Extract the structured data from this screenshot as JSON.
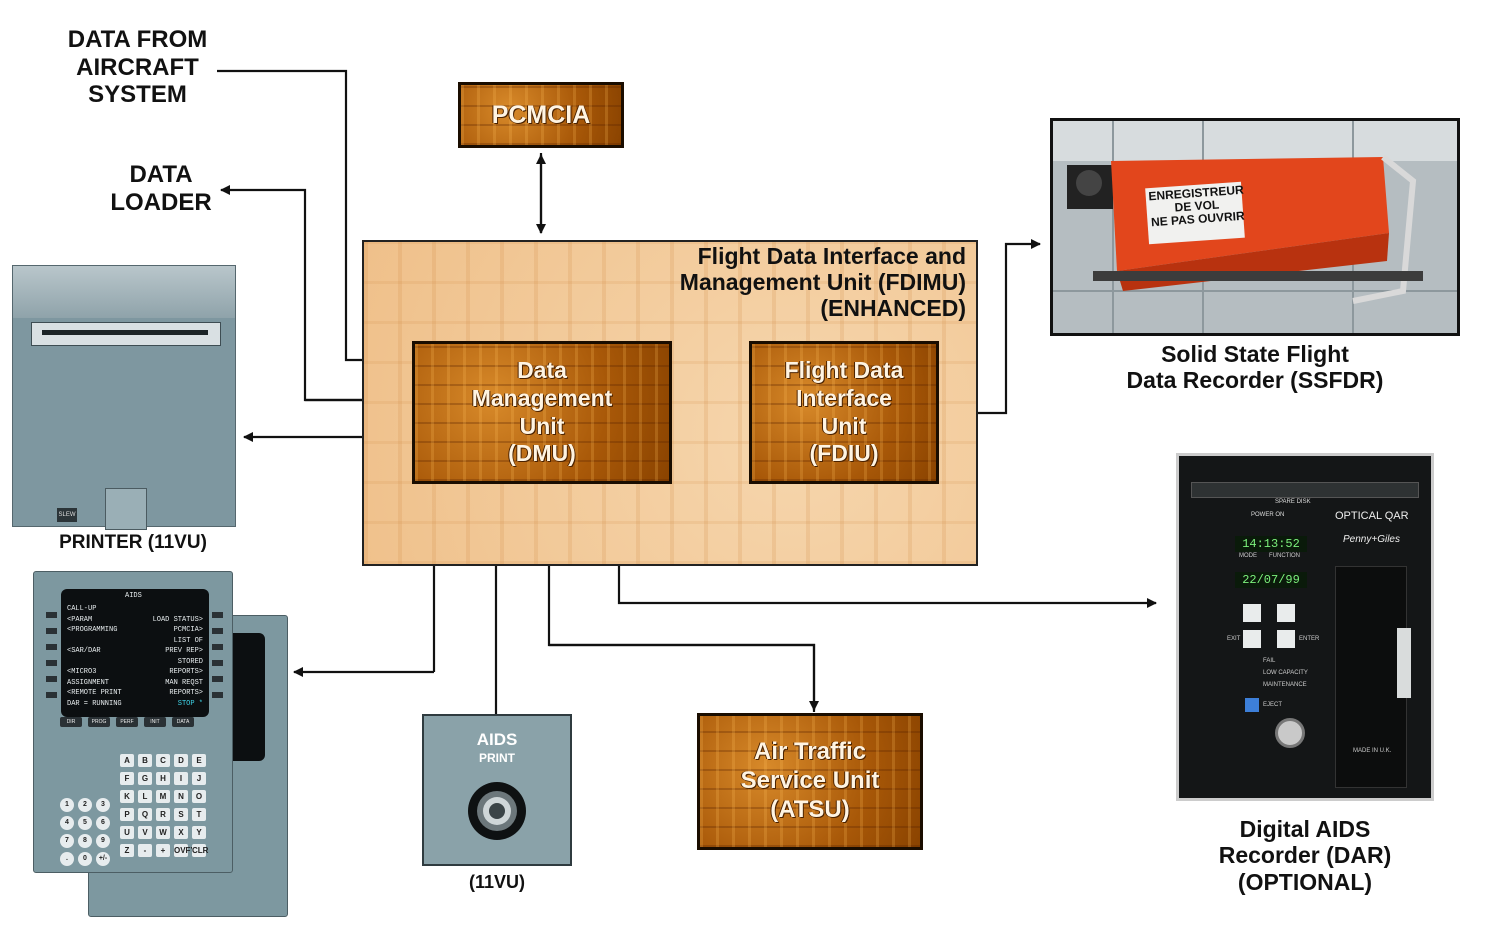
{
  "labels": {
    "data_from_aircraft": [
      "DATA FROM",
      "AIRCRAFT",
      "SYSTEM"
    ],
    "data_loader": [
      "DATA",
      "LOADER"
    ],
    "printer": "PRINTER (11VU)",
    "aids_print_panel": "(11VU)",
    "ssfdr": [
      "Solid State Flight",
      "Data Recorder (SSFDR)"
    ],
    "dar": [
      "Digital AIDS",
      "Recorder (DAR)",
      "(OPTIONAL)"
    ]
  },
  "fdimu": {
    "title": [
      "Flight Data Interface and",
      "Management Unit (FDIMU)",
      "(ENHANCED)"
    ]
  },
  "blocks": {
    "pcmcia": "PCMCIA",
    "dmu": [
      "Data",
      "Management",
      "Unit",
      "(DMU)"
    ],
    "fdiu": [
      "Flight Data",
      "Interface",
      "Unit",
      "(FDIU)"
    ],
    "atsu": [
      "Air Traffic",
      "Service Unit",
      "(ATSU)"
    ]
  },
  "aids_panel": {
    "title": "AIDS",
    "subtitle": "PRINT"
  },
  "printer_panel": {
    "slew_label": "SLEW"
  },
  "mcdu_screen": {
    "title": "AIDS",
    "rows": [
      [
        "CALL-UP",
        ""
      ],
      [
        "<PARAM",
        "LOAD STATUS>"
      ],
      [
        "<PROGRAMMING",
        "PCMCIA>"
      ],
      [
        "",
        "LIST OF"
      ],
      [
        "<SAR/DAR",
        "PREV REP>"
      ],
      [
        "",
        "STORED"
      ],
      [
        "<MICRO3",
        "REPORTS>"
      ],
      [
        "ASSIGNMENT",
        "MAN REQST"
      ],
      [
        "<REMOTE PRINT",
        "REPORTS>"
      ],
      [
        "DAR = RUNNING",
        "STOP *"
      ]
    ],
    "keys_row1": [
      "DIR",
      "PROG",
      "PERF",
      "INIT",
      "DATA"
    ],
    "letters": [
      "A",
      "B",
      "C",
      "D",
      "E",
      "F",
      "G",
      "H",
      "I",
      "J",
      "K",
      "L",
      "M",
      "N",
      "O",
      "P",
      "Q",
      "R",
      "S",
      "T",
      "U",
      "V",
      "W",
      "X",
      "Y",
      "Z",
      "-",
      "+",
      "OVFY",
      "CLR"
    ],
    "numbers": [
      "1",
      "2",
      "3",
      "4",
      "5",
      "6",
      "7",
      "8",
      "9",
      ".",
      "0",
      "+/-"
    ]
  },
  "ssfdr_photo": {
    "label_lines": [
      "ENREGISTREUR",
      "DE VOL",
      "NE PAS OUVRIR"
    ]
  },
  "dar_photo": {
    "top_labels": [
      "SPARE DISK",
      "POWER ON",
      "OPTICAL QAR"
    ],
    "time": "14:13:52",
    "date": "22/07/99",
    "brand": "Penny+Giles",
    "func_labels": [
      "MODE",
      "FUNCTION"
    ],
    "button_labels": [
      "EXIT",
      "ENTER"
    ],
    "status_labels": [
      "FAIL",
      "LOW CAPACITY",
      "MAINTENANCE",
      "EJECT"
    ],
    "made_in": "MADE IN U.K."
  },
  "colors": {
    "chip": "#b7650f",
    "fdimu_bg": "#f3cfa3",
    "arrow": "#111111",
    "panel_grey": "#7e97a0"
  }
}
